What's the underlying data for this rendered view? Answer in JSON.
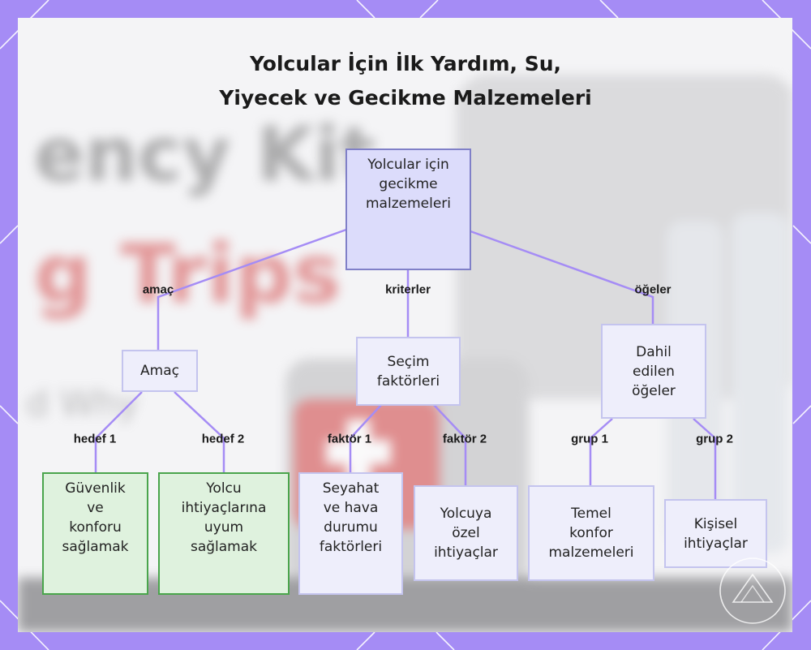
{
  "title": {
    "line1": "Yolcular İçin İlk Yardım, Su,",
    "line2": "Yiyecek ve Gecikme Malzemeleri"
  },
  "background_text": {
    "line1": "ency Kit",
    "line2": "g Trips",
    "line3": "d Why"
  },
  "colors": {
    "frame": "#a58cf5",
    "panel": "#f4f4f6",
    "edge": "#a58cf5",
    "root_fill": "#dcdcfb",
    "green_border": "#4aa54c"
  },
  "nodes": {
    "root": [
      "Yolcular için",
      "gecikme",
      "malzemeleri"
    ],
    "amac": [
      "Amaç"
    ],
    "secim": [
      "Seçim",
      "faktörleri"
    ],
    "dahil": [
      "Dahil",
      "edilen",
      "öğeler"
    ],
    "guvenlik": [
      "Güvenlik",
      "ve",
      "konforu",
      "sağlamak"
    ],
    "yolcu": [
      "Yolcu",
      "ihtiyaçlarına",
      "uyum",
      "sağlamak"
    ],
    "seyahat": [
      "Seyahat",
      "ve hava",
      "durumu",
      "faktörleri"
    ],
    "yolcuya": [
      "Yolcuya",
      "özel",
      "ihtiyaçlar"
    ],
    "temel": [
      "Temel",
      "konfor",
      "malzemeleri"
    ],
    "kisisel": [
      "Kişisel",
      "ihtiyaçlar"
    ]
  },
  "edge_labels": {
    "amac": "amaç",
    "kriterler": "kriterler",
    "ogeler": "öğeler",
    "hedef1": "hedef 1",
    "hedef2": "hedef 2",
    "faktor1": "faktör 1",
    "faktor2": "faktör 2",
    "grup1": "grup 1",
    "grup2": "grup 2"
  }
}
